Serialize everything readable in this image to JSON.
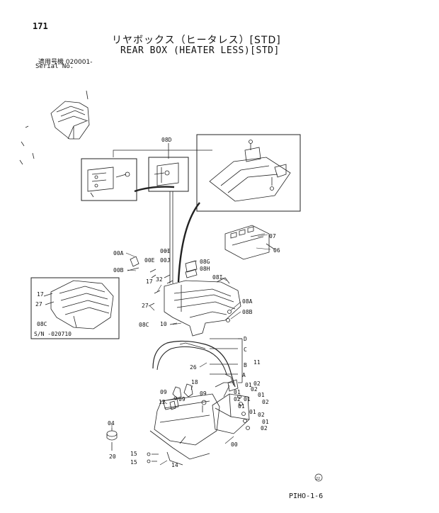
{
  "header": {
    "page_number": "171",
    "title_jp": "リヤボックス（ヒータレス）[STD]",
    "title_en": "REAR BOX (HEATER LESS)[STD]",
    "serial_label_jp": "適用号機 020001-",
    "serial_label_en": "Serial No."
  },
  "callouts": {
    "c08D": "08D",
    "c07": "07",
    "c06": "06",
    "c00A": "00A",
    "c00B": "00B",
    "c00E": "00E",
    "c00I": "00I",
    "c00J": "00J",
    "c08G": "08G",
    "c08H": "08H",
    "c08I": "08I",
    "c08A": "08A",
    "c08B": "08B",
    "c08C": "08C",
    "c17": "17",
    "c32": "32",
    "c27": "27",
    "c10": "10",
    "inset_17": "17",
    "inset_27": "27",
    "inset_08C": "08C",
    "inset_sn": "S/N  -020710",
    "cD": "D",
    "cC": "C",
    "c11": "11",
    "cB": "B",
    "cA": "A",
    "c26": "26",
    "c18": "18",
    "c09a": "09",
    "c09b": "09",
    "c09c": "09",
    "c12": "12",
    "c01a": "01",
    "c02a": "02",
    "c02b": "02",
    "c01b": "01",
    "c01c": "01",
    "c02c": "02",
    "c01d": "01",
    "c02d": "02",
    "c01e": "01",
    "c01f": "01",
    "c02e": "02",
    "c01g": "01",
    "c02f": "02",
    "c00": "00",
    "c04": "04",
    "c20": "20",
    "c15a": "15",
    "c15b": "15",
    "c14": "14",
    "circle_mark": "22"
  },
  "footer": {
    "page_code": "PIHO-1-6"
  }
}
